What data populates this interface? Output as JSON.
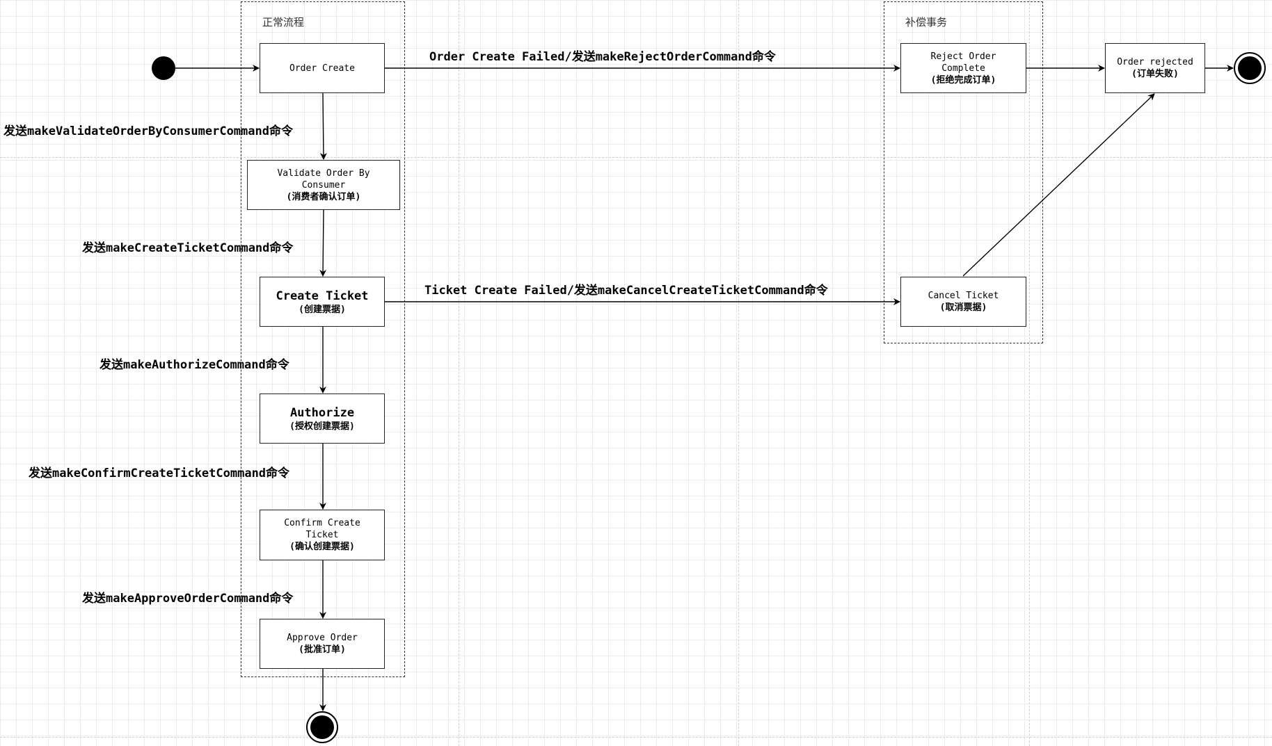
{
  "groups": {
    "normal_flow": "正常流程",
    "compensation": "补偿事务"
  },
  "nodes": {
    "order_create": {
      "title": "Order Create"
    },
    "validate_order": {
      "title": "Validate Order By Consumer",
      "sub": "(消费者确认订单)"
    },
    "create_ticket": {
      "title": "Create Ticket",
      "sub": "(创建票据)"
    },
    "authorize": {
      "title": "Authorize",
      "sub": "(授权创建票据)"
    },
    "confirm_ticket": {
      "title": "Confirm Create Ticket",
      "sub": "(确认创建票据)"
    },
    "approve_order": {
      "title": "Approve Order",
      "sub": "(批准订单)"
    },
    "reject_order": {
      "title": "Reject Order Complete",
      "sub": "(拒绝完成订单)"
    },
    "cancel_ticket": {
      "title": "Cancel Ticket",
      "sub": "(取消票据)"
    },
    "order_rejected": {
      "title": "Order rejected",
      "sub": "(订单失败)"
    }
  },
  "edges": {
    "validate": "发送makeValidateOrderByConsumerCommand命令",
    "create_ticket": "发送makeCreateTicketCommand命令",
    "authorize": "发送makeAuthorizeCommand命令",
    "confirm": "发送makeConfirmCreateTicketCommand命令",
    "approve": "发送makeApproveOrderCommand命令",
    "order_failed": "Order Create Failed/发送makeRejectOrderCommand命令",
    "ticket_failed": "Ticket Create Failed/发送makeCancelCreateTicketCommand命令"
  }
}
